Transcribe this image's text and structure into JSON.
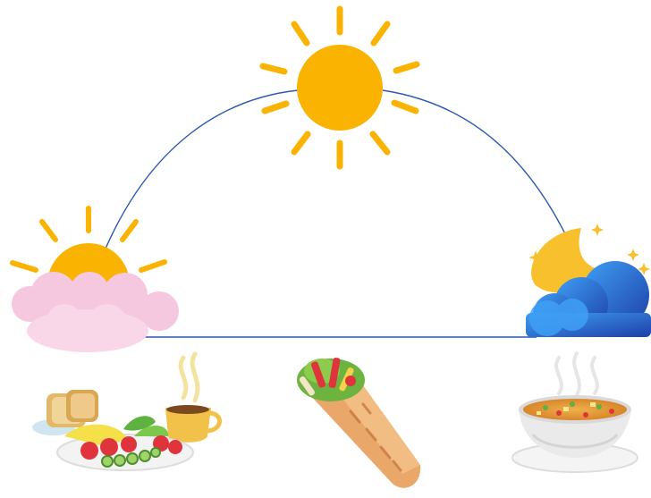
{
  "diagram": {
    "stages": [
      {
        "id": "morning",
        "sky": "sunrise-over-pink-cloud-icon",
        "meal": "breakfast-plate-icon"
      },
      {
        "id": "noon",
        "sky": "midday-sun-icon",
        "meal": "wrap-sandwich-icon"
      },
      {
        "id": "night",
        "sky": "moon-behind-blue-cloud-icon",
        "meal": "soup-bowl-icon"
      }
    ]
  },
  "colors": {
    "sun": "#FAB300",
    "arc": "#2B57B5",
    "horizon": "#2B57B5",
    "cloud_pink": "#F6C8DF",
    "cloud_blue": "#2F74E8",
    "moon": "#F9C02D",
    "tortilla": "#E9A86A",
    "soup": "#E9A248",
    "bowl": "#EAEAEA"
  }
}
